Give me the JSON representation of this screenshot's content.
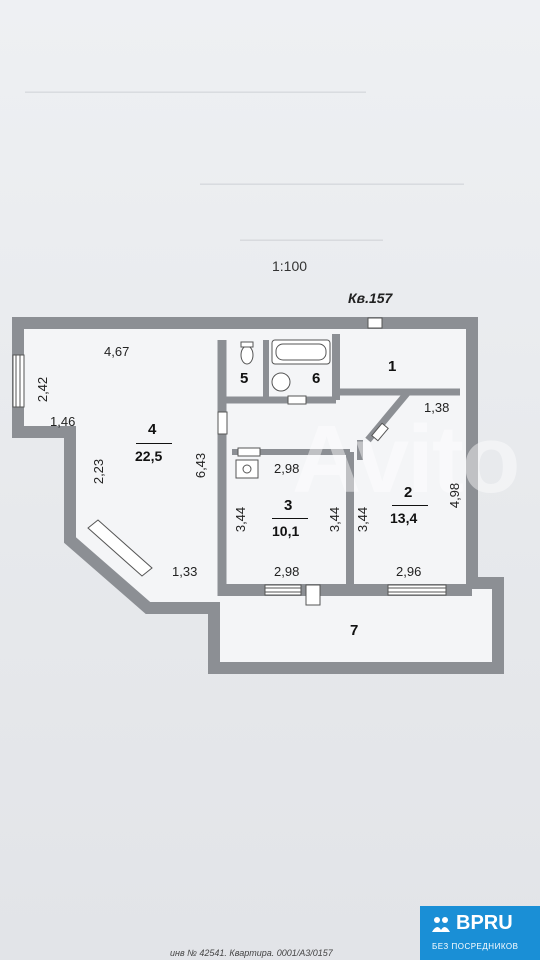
{
  "header": {
    "scale": "1:100",
    "apartment_label": "Кв.157"
  },
  "watermark": "Avito",
  "rooms": [
    {
      "id": "1",
      "area": ""
    },
    {
      "id": "2",
      "area": "13,4"
    },
    {
      "id": "3",
      "area": "10,1"
    },
    {
      "id": "4",
      "area": "22,5"
    },
    {
      "id": "5",
      "area": ""
    },
    {
      "id": "6",
      "area": ""
    },
    {
      "id": "7",
      "area": ""
    }
  ],
  "dimensions": {
    "room4_top": "4,67",
    "room4_window": "2,42",
    "room4_left": "1,46",
    "room4_diag": "2,23",
    "room4_right": "6,43",
    "room4_bottom": "1,33",
    "room3_top": "2,98",
    "room3_left": "3,44",
    "room3_right": "3,44",
    "room3_bottom": "2,98",
    "room2_top": "1,38",
    "room2_left": "3,44",
    "room2_right": "4,98",
    "room2_bottom": "2,96"
  },
  "footer": "инв № 42541. Квартира. 0001/А3/0157",
  "badge": {
    "brand": "BPRU",
    "tagline": "БЕЗ ПОСРЕДНИКОВ"
  },
  "colors": {
    "wall": "#8c8f94",
    "badge": "#1a8fd6"
  }
}
